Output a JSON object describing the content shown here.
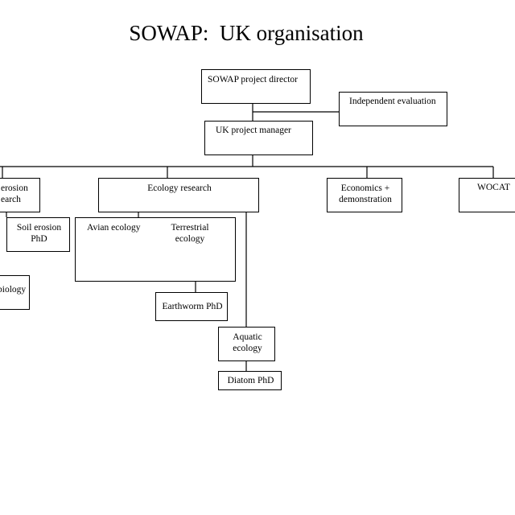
{
  "title": "SOWAP:  UK organisation",
  "nodes": {
    "director": "SOWAP project director",
    "evaluation": "Independent evaluation",
    "manager": "UK project manager",
    "soil_erosion_research_line1": "erosion",
    "soil_erosion_research_line2": "earch",
    "ecology_research": "Ecology research",
    "economics_line1": "Economics +",
    "economics_line2": "demonstration",
    "wocat": "WOCAT",
    "soil_erosion_phd_line1": "Soil erosion",
    "soil_erosion_phd_line2": "PhD",
    "biology": "biology",
    "avian_ecology": "Avian ecology",
    "terrestrial_line1": "Terrestrial",
    "terrestrial_line2": "ecology",
    "earthworm_phd": "Earthworm PhD",
    "aquatic_line1": "Aquatic",
    "aquatic_line2": "ecology",
    "diatom_phd": "Diatom PhD"
  }
}
